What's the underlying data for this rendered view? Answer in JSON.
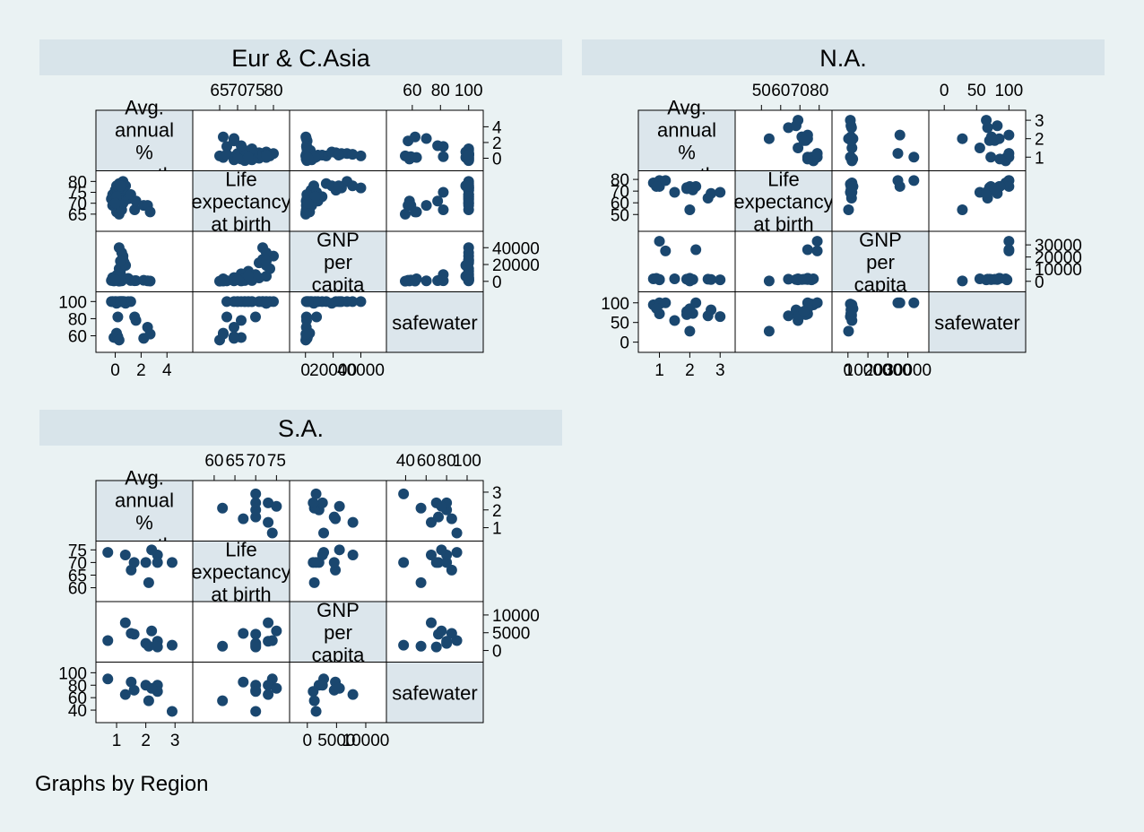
{
  "note": "Graphs by Region",
  "colors": {
    "background": "#eaf2f3",
    "header": "#d8e4ea",
    "diagonal": "#dce6ec",
    "marker": "#1a476f",
    "cell": "#ffffff"
  },
  "chart_data": [
    {
      "type": "scatter",
      "title": "Eur & C.Asia",
      "variables": [
        "Avg. annual % growth",
        "Life expectancy at birth",
        "GNP per capita",
        "safewater"
      ],
      "diagonal_labels": [
        [
          "Avg.",
          "annual",
          "%",
          "growth"
        ],
        [
          "Life",
          "expectancy",
          "at birth"
        ],
        [
          "GNP",
          "per",
          "capita"
        ],
        [
          "safewater"
        ]
      ],
      "ranges": [
        [
          -0.8,
          5.3
        ],
        [
          60,
          82
        ],
        [
          -5000,
          52000
        ],
        [
          48,
          104
        ]
      ],
      "ticks": [
        [
          0,
          2,
          4
        ],
        [
          65,
          70,
          75,
          80
        ],
        [
          0,
          20000,
          40000
        ],
        [
          60,
          80,
          100
        ]
      ],
      "data": [
        [
          -0.3,
          72,
          1000,
          100
        ],
        [
          -0.2,
          74,
          2000,
          100
        ],
        [
          -0.1,
          71,
          500,
          58
        ],
        [
          0.0,
          76,
          4000,
          100
        ],
        [
          0.1,
          66,
          3000,
          63
        ],
        [
          0.1,
          78,
          6000,
          98
        ],
        [
          0.2,
          69,
          1500,
          59
        ],
        [
          0.2,
          75,
          8000,
          82
        ],
        [
          0.3,
          65,
          200,
          55
        ],
        [
          0.3,
          79,
          15000,
          100
        ],
        [
          0.4,
          73,
          12000,
          100
        ],
        [
          0.4,
          71,
          9000,
          100
        ],
        [
          0.5,
          77,
          25000,
          100
        ],
        [
          0.5,
          67,
          600,
          100
        ],
        [
          0.6,
          80,
          30000,
          100
        ],
        [
          0.6,
          70,
          2500,
          100
        ],
        [
          0.7,
          76,
          22000,
          100
        ],
        [
          0.8,
          78,
          19000,
          98
        ],
        [
          1.0,
          72,
          3500,
          100
        ],
        [
          1.2,
          74,
          1000,
          100
        ],
        [
          1.5,
          67,
          700,
          82
        ],
        [
          1.6,
          71,
          800,
          78
        ],
        [
          2.2,
          69,
          1200,
          57
        ],
        [
          2.5,
          69,
          600,
          70
        ],
        [
          2.7,
          66,
          300,
          62
        ],
        [
          0.6,
          77,
          26000,
          100
        ],
        [
          0.3,
          77,
          40000,
          100
        ],
        [
          0.5,
          78,
          34000,
          100
        ],
        [
          -0.2,
          69,
          4500,
          100
        ],
        [
          0.1,
          73,
          7000,
          100
        ],
        [
          0.0,
          70,
          1800,
          100
        ],
        [
          0.4,
          78,
          24000,
          100
        ]
      ]
    },
    {
      "type": "scatter",
      "title": "N.A.",
      "variables": [
        "Avg. annual % growth",
        "Life expectancy at birth",
        "GNP per capita",
        "safewater"
      ],
      "diagonal_labels": [
        [
          "Avg.",
          "annual",
          "%",
          "growth"
        ],
        [
          "Life",
          "expectancy",
          "at birth"
        ],
        [
          "GNP",
          "per",
          "capita"
        ],
        [
          "safewater"
        ]
      ],
      "ranges": [
        [
          0.6,
          3.2
        ],
        [
          41,
          82
        ],
        [
          -3500,
          36000
        ],
        [
          -10,
          112
        ]
      ],
      "ticks": [
        [
          1,
          2,
          3
        ],
        [
          50,
          60,
          70,
          80
        ],
        [
          0,
          10000,
          20000,
          30000
        ],
        [
          0,
          50,
          100
        ]
      ],
      "data": [
        [
          0.8,
          77,
          2000,
          95
        ],
        [
          1.0,
          74,
          1500,
          72
        ],
        [
          1.0,
          76,
          1200,
          97
        ],
        [
          1.0,
          79,
          33000,
          100
        ],
        [
          1.2,
          79,
          25000,
          100
        ],
        [
          1.5,
          69,
          2000,
          55
        ],
        [
          1.9,
          73,
          1800,
          70
        ],
        [
          2.0,
          54,
          300,
          28
        ],
        [
          2.0,
          74,
          2500,
          85
        ],
        [
          2.1,
          71,
          1500,
          73
        ],
        [
          2.6,
          64,
          1800,
          67
        ],
        [
          2.7,
          68,
          1500,
          82
        ],
        [
          3.0,
          69,
          1200,
          65
        ],
        [
          2.2,
          74,
          26000,
          100
        ],
        [
          0.9,
          74,
          2400,
          86
        ],
        [
          1.9,
          72,
          1700,
          78
        ]
      ]
    },
    {
      "type": "scatter",
      "title": "S.A.",
      "variables": [
        "Avg. annual % growth",
        "Life expectancy at birth",
        "GNP per capita",
        "safewater"
      ],
      "diagonal_labels": [
        [
          "Avg.",
          "annual",
          "%",
          "growth"
        ],
        [
          "Life",
          "expectancy",
          "at birth"
        ],
        [
          "GNP",
          "per",
          "capita"
        ],
        [
          "safewater"
        ]
      ],
      "ranges": [
        [
          0.6,
          3.3
        ],
        [
          57,
          76
        ],
        [
          -1500,
          12000
        ],
        [
          30,
          107
        ]
      ],
      "ticks": [
        [
          1,
          2,
          3
        ],
        [
          60,
          65,
          70,
          75
        ],
        [
          0,
          5000,
          10000
        ],
        [
          40,
          60,
          80,
          100
        ]
      ],
      "data": [
        [
          0.7,
          74,
          2800,
          90
        ],
        [
          1.3,
          73,
          7800,
          65
        ],
        [
          1.5,
          67,
          4800,
          85
        ],
        [
          1.6,
          70,
          4600,
          72
        ],
        [
          2.0,
          70,
          2000,
          80
        ],
        [
          2.1,
          62,
          1200,
          55
        ],
        [
          2.4,
          73,
          2600,
          80
        ],
        [
          2.4,
          70,
          1000,
          70
        ],
        [
          2.9,
          70,
          1500,
          38
        ],
        [
          2.2,
          75,
          5500,
          75
        ]
      ]
    }
  ]
}
